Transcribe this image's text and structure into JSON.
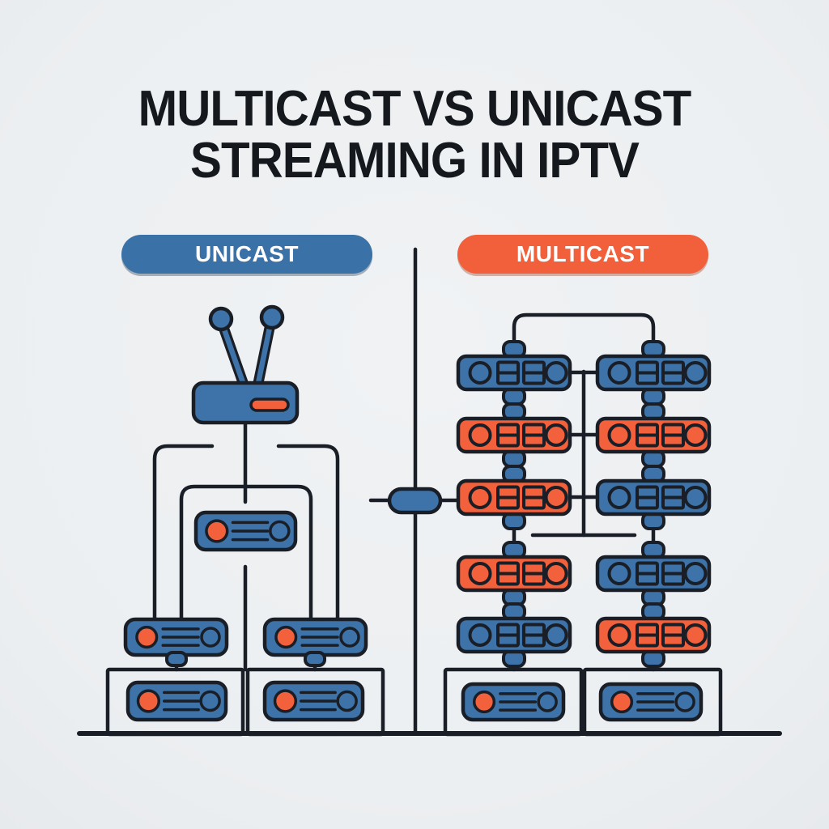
{
  "title": {
    "line1": "MULTICAST VS UNICAST",
    "line2": "STREAMING IN IPTV"
  },
  "labels": {
    "unicast": "UNICAST",
    "multicast": "MULTICAST"
  },
  "colors": {
    "blue": "#3d73a8",
    "orange": "#f2613c",
    "outline": "#1a1e26",
    "background": "#eceff1",
    "pill_blue": "#3a72a8",
    "pill_orange": "#f15f3b",
    "title_text": "#15181d",
    "label_text": "#ffffff"
  },
  "icons": {
    "unicast_source": "wifi-router",
    "client_device": "set-top-box",
    "multicast_node": "network-switch",
    "connector": "port-pill"
  },
  "diagram": {
    "divider": {
      "node": "stream-splitter-pill",
      "color": "blue"
    },
    "unicast": {
      "source": "wifi-router",
      "clients": [
        {
          "type": "set-top-box",
          "position": "u_middle",
          "color": "blue"
        },
        {
          "type": "set-top-box",
          "position": "u_bottom_left",
          "color": "blue"
        },
        {
          "type": "set-top-box",
          "position": "u_bottom_right",
          "color": "blue"
        },
        {
          "type": "set-top-box",
          "position": "u_box_left",
          "color": "blue"
        },
        {
          "type": "set-top-box",
          "position": "u_box_right",
          "color": "blue"
        }
      ]
    },
    "multicast": {
      "rows": [
        [
          "blue",
          "blue"
        ],
        [
          "orange",
          "orange"
        ],
        [
          "orange",
          "blue"
        ],
        [
          "orange",
          "blue"
        ],
        [
          "blue",
          "orange"
        ]
      ],
      "clients": [
        {
          "type": "set-top-box",
          "position": "m_box_left",
          "color": "blue"
        },
        {
          "type": "set-top-box",
          "position": "m_box_right",
          "color": "blue"
        }
      ]
    }
  }
}
